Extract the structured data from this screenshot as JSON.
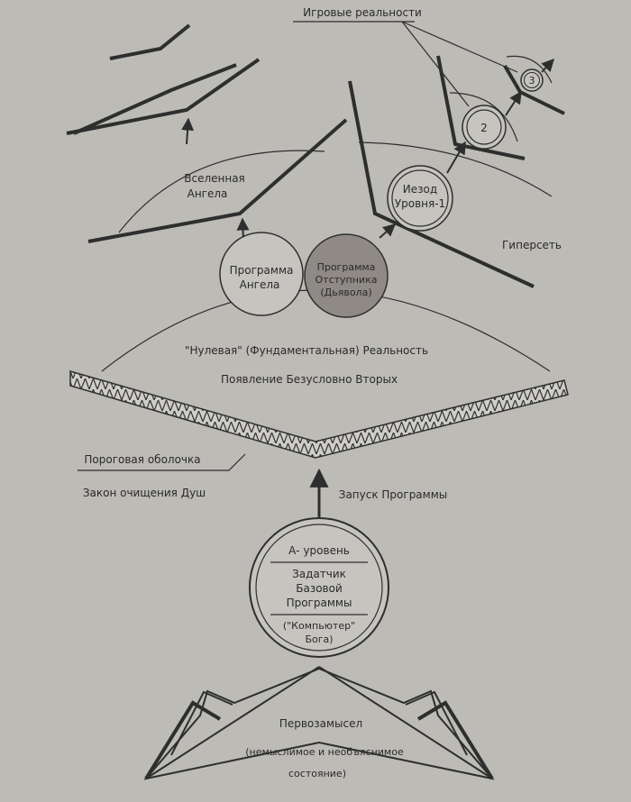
{
  "labels": {
    "game_realities": "Игровые реальности",
    "angel_universe_l1": "Вселенная",
    "angel_universe_l2": "Ангела",
    "hypernet": "Гиперсеть",
    "angel_program_l1": "Программа",
    "angel_program_l2": "Ангела",
    "apostate_program_l1": "Программа",
    "apostate_program_l2": "Отступника",
    "apostate_program_l3": "(Дьявола)",
    "yesod_l1": "Иезод",
    "yesod_l2": "Уровня-1",
    "reality_2": "2",
    "reality_3": "3",
    "zero_reality": "\"Нулевая\" (Фундаментальная) Реальность",
    "secondary_emergence": "Появление Безусловно Вторых",
    "threshold_shell": "Пороговая оболочка",
    "soul_cleansing_law": "Закон очищения Душ",
    "program_launch": "Запуск Программы",
    "a_level": "А- уровень",
    "generator_l1": "Задатчик",
    "generator_l2": "Базовой",
    "generator_l3": "Программы",
    "computer_l1": "(\"Компьютер\"",
    "computer_l2": "Бога)",
    "prime_intent": "Первозамысел",
    "prime_desc_l1": "(немыслимое и необъяснимое",
    "prime_desc_l2": "состояние)"
  },
  "colors": {
    "background": "#bdbbb6",
    "ink": "#2e2e2e",
    "apostate_fill": "#8f8a86",
    "circle_fill": "#c6c4bf"
  }
}
